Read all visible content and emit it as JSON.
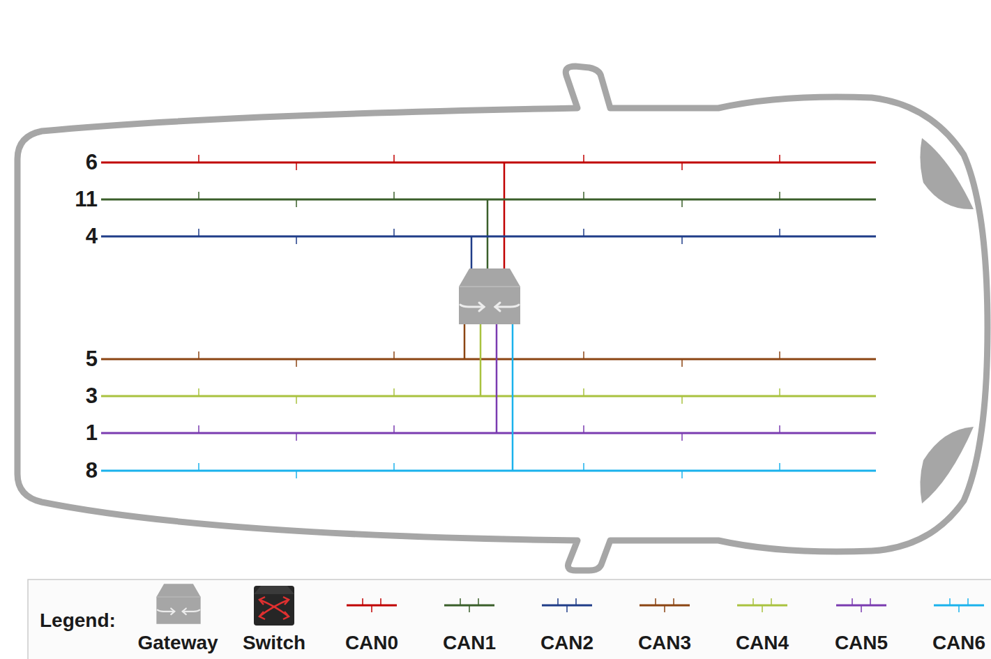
{
  "diagram": {
    "labels": [
      "6",
      "11",
      "4",
      "5",
      "3",
      "1",
      "8",
      "Legend:"
    ],
    "legend": [
      {
        "text": "Gateway"
      },
      {
        "text": "Switch"
      },
      {
        "text": "CAN0"
      },
      {
        "text": "CAN1"
      },
      {
        "text": "CAN2"
      },
      {
        "text": "CAN3"
      },
      {
        "text": "CAN4"
      },
      {
        "text": "CAN5"
      },
      {
        "text": "CAN6"
      }
    ]
  }
}
